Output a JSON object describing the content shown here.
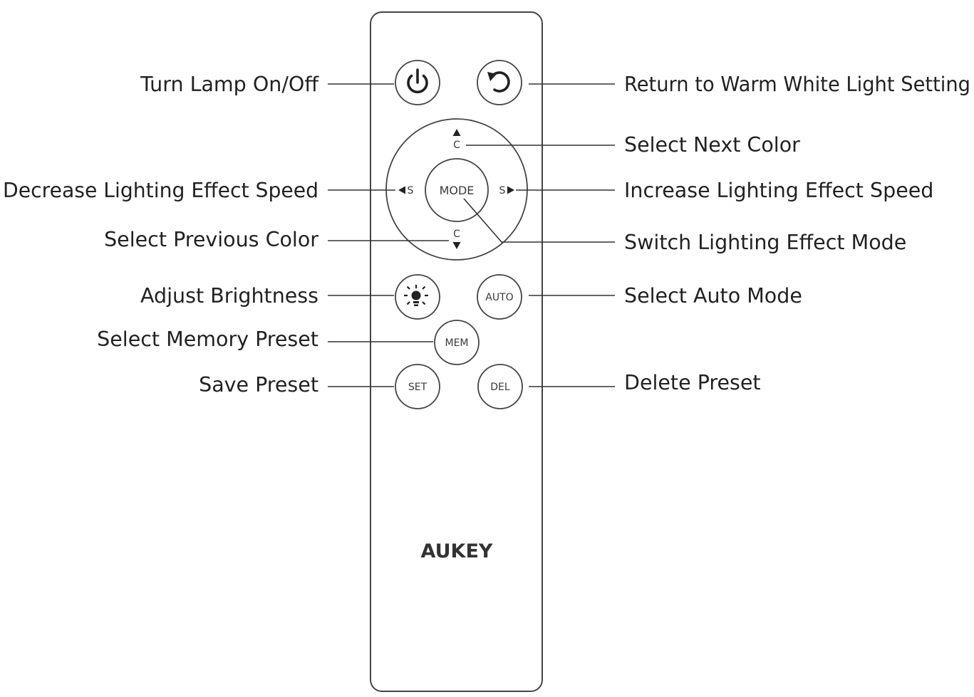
{
  "brand": "AUKEY",
  "buttons": {
    "mode": "MODE",
    "auto": "AUTO",
    "mem": "MEM",
    "set": "SET",
    "del": "DEL",
    "up_letter": "C",
    "down_letter": "C",
    "left_letter": "S",
    "right_letter": "S"
  },
  "labels": {
    "turn_lamp_on_off": "Turn Lamp On/Off",
    "return_warm_white": "Return to Warm White Light Setting",
    "select_next_color": "Select Next Color",
    "decrease_speed": "Decrease Lighting Effect Speed",
    "increase_speed": "Increase Lighting Effect Speed",
    "select_previous_color": "Select Previous Color",
    "switch_mode": "Switch Lighting Effect Mode",
    "adjust_brightness": "Adjust Brightness",
    "select_auto_mode": "Select Auto Mode",
    "select_memory_preset": "Select Memory Preset",
    "save_preset": "Save Preset",
    "delete_preset": "Delete Preset"
  },
  "icons": {
    "power": "power-icon",
    "return": "return-arrow-icon",
    "brightness": "sun-icon",
    "up": "triangle-up-icon",
    "down": "triangle-down-icon",
    "left": "triangle-left-icon",
    "right": "triangle-right-icon"
  }
}
